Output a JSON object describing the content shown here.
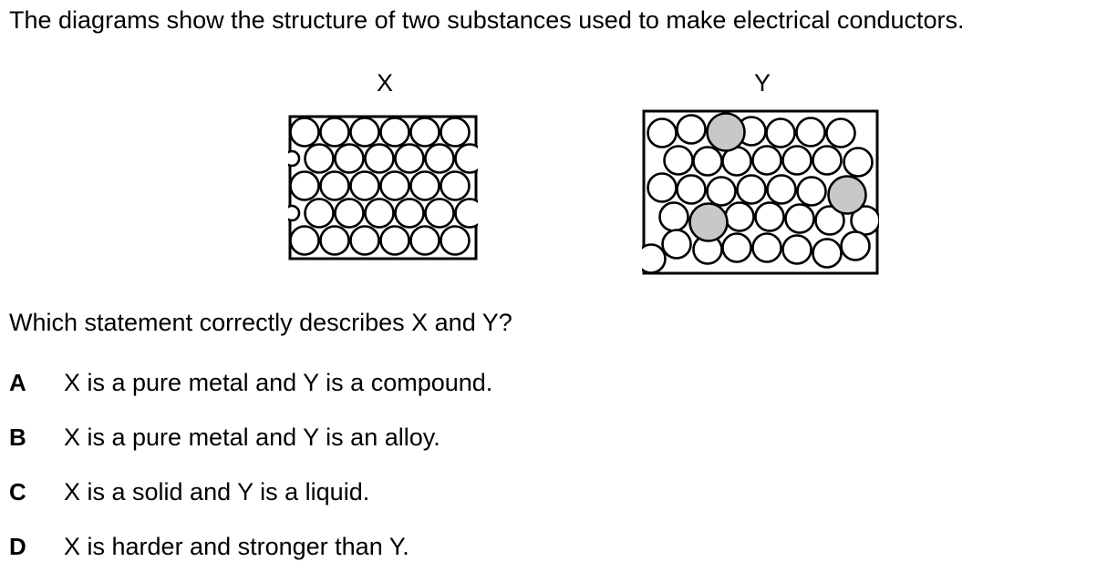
{
  "intro": "The diagrams show the structure of two substances used to make electrical conductors.",
  "diagrams": {
    "x": {
      "label": "X",
      "rows": 5,
      "particle_color": "#ffffff",
      "description_type": "regular-layers-identical-atoms"
    },
    "y": {
      "label": "Y",
      "particle_color": "#ffffff",
      "impurity_color": "#c8c8c8",
      "impurity_count": 3,
      "description_type": "distorted-layers-with-larger-atoms"
    }
  },
  "question": "Which statement correctly describes X and Y?",
  "options": [
    {
      "letter": "A",
      "text": "X is a pure metal and Y is a compound."
    },
    {
      "letter": "B",
      "text": "X is a pure metal and Y is an alloy."
    },
    {
      "letter": "C",
      "text": "X is a solid and Y is a liquid."
    },
    {
      "letter": "D",
      "text": "X is harder and stronger than Y."
    }
  ]
}
